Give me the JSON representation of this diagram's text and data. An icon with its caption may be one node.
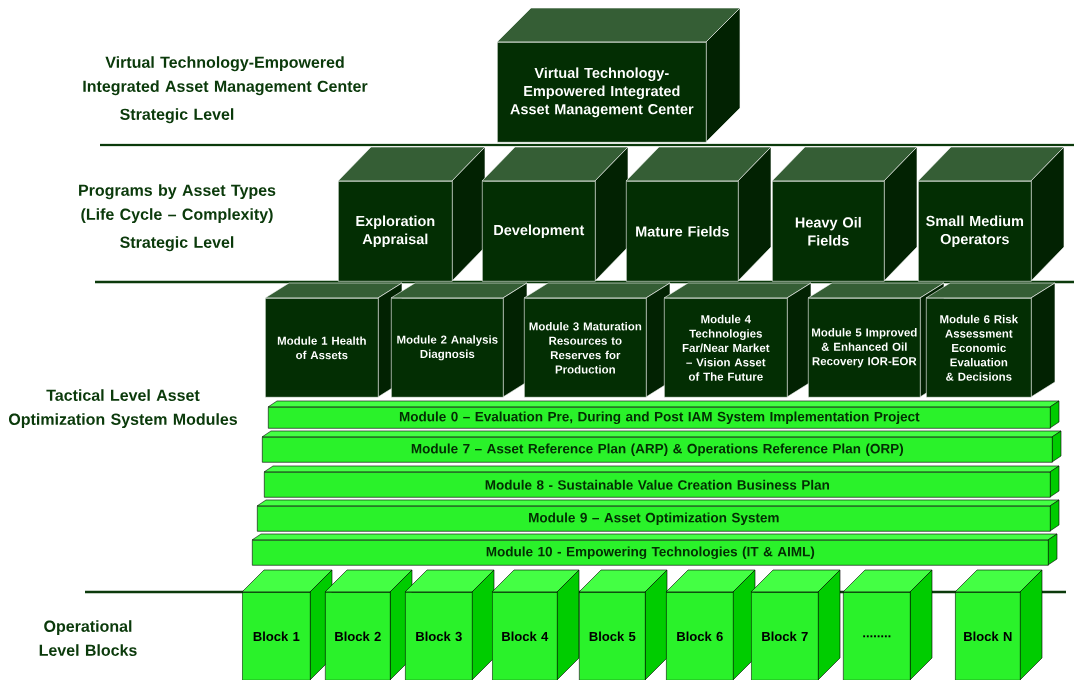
{
  "diagram": {
    "nodes": [
      {
        "text": [
          "Virtual Technology-Empowered Integrated Asset Management Center"
        ]
      },
      {
        "text": [
          "Exploration Appraisal"
        ]
      },
      {
        "text": [
          "Development"
        ]
      },
      {
        "text": [
          "Mature Fields"
        ]
      },
      {
        "text": [
          "Heavy Oil Fields"
        ]
      },
      {
        "text": [
          "Small Medium Operators"
        ]
      },
      {
        "text": [
          "Module 1 Health of Assets"
        ]
      },
      {
        "text": [
          "Module 2 Analysis Diagnosis"
        ]
      },
      {
        "text": [
          "Module 3 Maturation Resources to Reserves for Production"
        ]
      },
      {
        "text": [
          "Module 4 Technologies Far/Near Market – Vision Asset of The Future"
        ]
      },
      {
        "text": [
          "Module 5 Improved & Enhanced Oil Recovery IOR-EOR"
        ]
      },
      {
        "text": [
          "Module 6 Risk Assessment Economic Evaluation & Decisions"
        ]
      },
      {
        "text": [
          "Module 0 – Evaluation Pre, During and Post IAM System Implementation Project"
        ]
      },
      {
        "text": [
          "Module 7 – Asset Reference Plan (ARP) & Operations Reference Plan (ORP)"
        ]
      },
      {
        "text": [
          "Module 8 - Sustainable Value Creation Business Plan"
        ]
      },
      {
        "text": [
          "Module 9 – Asset Optimization System"
        ]
      },
      {
        "text": [
          "Module 10 -  Empowering Technologies (IT & AIML)"
        ]
      },
      {
        "text": [
          "Block 1"
        ]
      },
      {
        "text": [
          "Block 2"
        ]
      },
      {
        "text": [
          "Block 3"
        ]
      },
      {
        "text": [
          "Block 4"
        ]
      },
      {
        "text": [
          "Block 5"
        ]
      },
      {
        "text": [
          "Block 6"
        ]
      },
      {
        "text": [
          "Block 7"
        ]
      },
      {
        "text": [
          "........"
        ]
      },
      {
        "text": [
          "Block N"
        ]
      }
    ],
    "labels": [
      "Virtual Technology-Empowered Integrated Asset Management Center",
      "Strategic Level",
      "Programs by Asset Types (Life Cycle – Complexity)",
      "Strategic Level",
      "Tactical Level Asset Optimization System Modules",
      "Operational Level Blocks"
    ]
  }
}
